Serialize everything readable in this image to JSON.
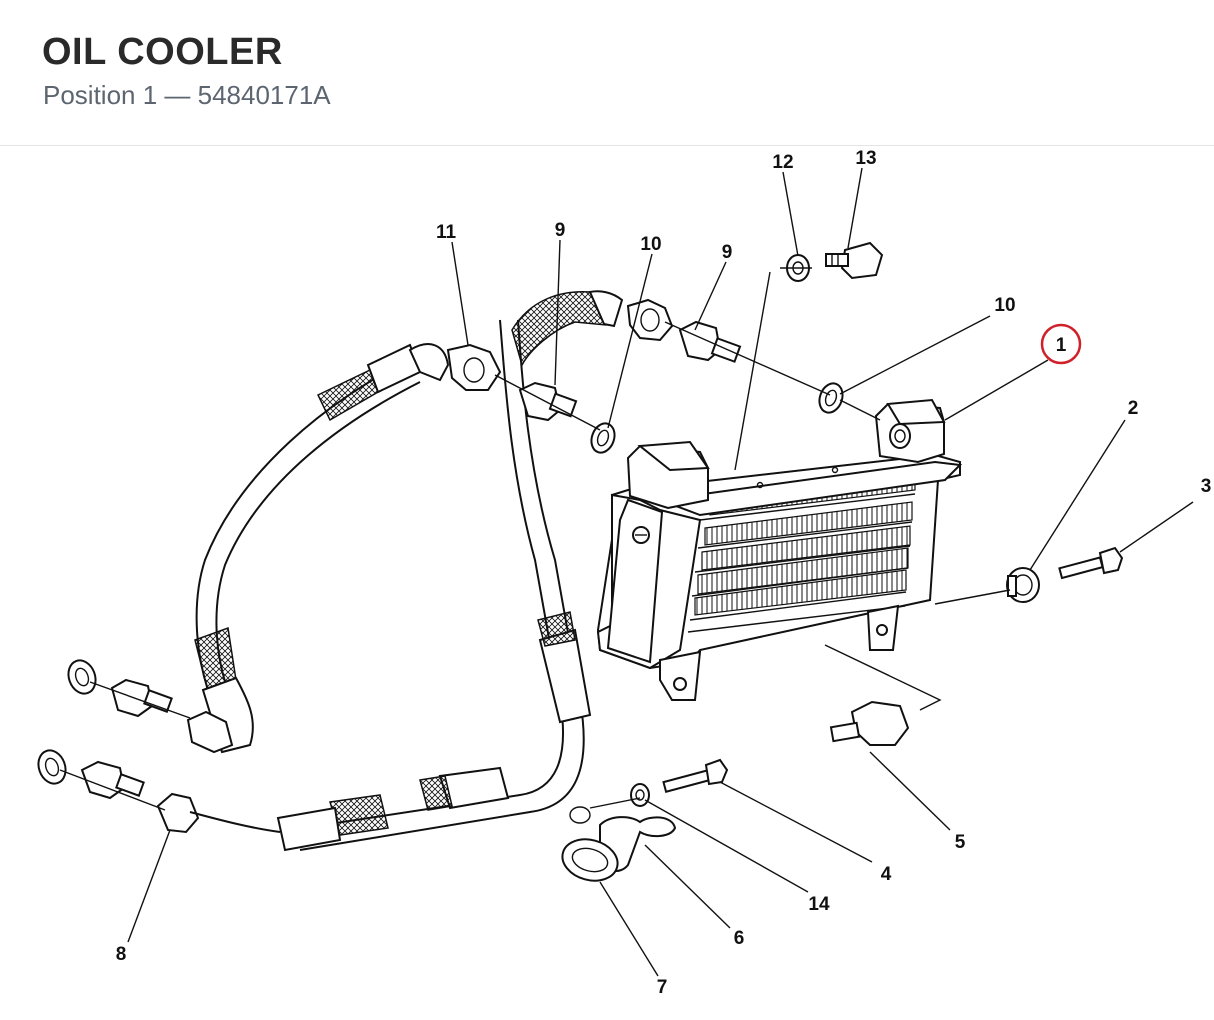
{
  "header": {
    "title": "OIL COOLER",
    "subtitle": "Position 1 — 54840171A"
  },
  "highlight_color": "#d0202a",
  "callouts": {
    "c1": "1",
    "c2": "2",
    "c3": "3",
    "c4": "4",
    "c5": "5",
    "c6": "6",
    "c7": "7",
    "c8": "8",
    "c9a": "9",
    "c9b": "9",
    "c10a": "10",
    "c10b": "10",
    "c11": "11",
    "c12": "12",
    "c13": "13",
    "c14": "14"
  }
}
